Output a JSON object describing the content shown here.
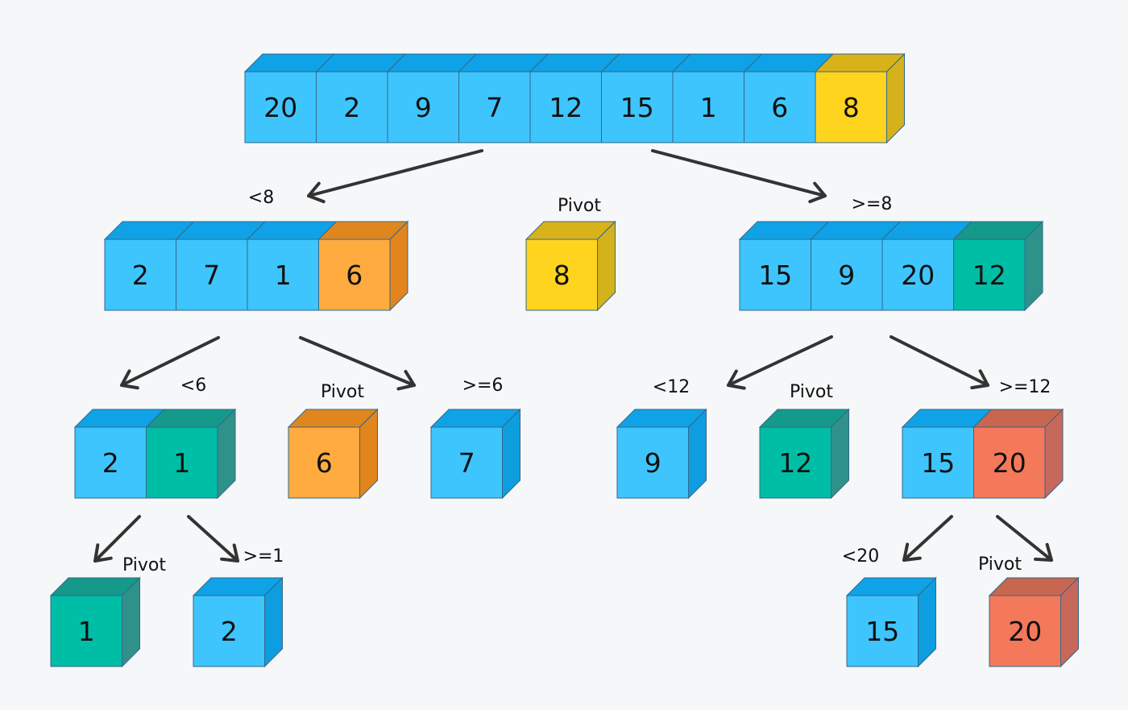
{
  "palette": {
    "blue": {
      "front": "#3ec5fd",
      "top": "#0fa2e6",
      "side": "#0e9ee0"
    },
    "yellow": {
      "front": "#ffd41f",
      "top": "#d9b21a",
      "side": "#d3b21c"
    },
    "orange": {
      "front": "#ffab3f",
      "top": "#e0861e",
      "side": "#e2851c"
    },
    "teal": {
      "front": "#00bda6",
      "top": "#14998b",
      "side": "#2f928a"
    },
    "red": {
      "front": "#f4785a",
      "top": "#c8664f",
      "side": "#c8685a"
    }
  },
  "groups": [
    {
      "id": "root",
      "cells": [
        {
          "value": "20",
          "color": "blue"
        },
        {
          "value": "2",
          "color": "blue"
        },
        {
          "value": "9",
          "color": "blue"
        },
        {
          "value": "7",
          "color": "blue"
        },
        {
          "value": "12",
          "color": "blue"
        },
        {
          "value": "15",
          "color": "blue"
        },
        {
          "value": "1",
          "color": "blue"
        },
        {
          "value": "6",
          "color": "blue"
        },
        {
          "value": "8",
          "color": "yellow"
        }
      ]
    },
    {
      "id": "left-lt8",
      "cells": [
        {
          "value": "2",
          "color": "blue"
        },
        {
          "value": "7",
          "color": "blue"
        },
        {
          "value": "1",
          "color": "blue"
        },
        {
          "value": "6",
          "color": "orange"
        }
      ]
    },
    {
      "id": "pivot-8",
      "cells": [
        {
          "value": "8",
          "color": "yellow"
        }
      ]
    },
    {
      "id": "right-ge8",
      "cells": [
        {
          "value": "15",
          "color": "blue"
        },
        {
          "value": "9",
          "color": "blue"
        },
        {
          "value": "20",
          "color": "blue"
        },
        {
          "value": "12",
          "color": "teal"
        }
      ]
    },
    {
      "id": "lt6",
      "cells": [
        {
          "value": "2",
          "color": "blue"
        },
        {
          "value": "1",
          "color": "teal"
        }
      ]
    },
    {
      "id": "pivot-6",
      "cells": [
        {
          "value": "6",
          "color": "orange"
        }
      ]
    },
    {
      "id": "ge6",
      "cells": [
        {
          "value": "7",
          "color": "blue"
        }
      ]
    },
    {
      "id": "lt12",
      "cells": [
        {
          "value": "9",
          "color": "blue"
        }
      ]
    },
    {
      "id": "pivot-12",
      "cells": [
        {
          "value": "12",
          "color": "teal"
        }
      ]
    },
    {
      "id": "ge12",
      "cells": [
        {
          "value": "15",
          "color": "blue"
        },
        {
          "value": "20",
          "color": "red"
        }
      ]
    },
    {
      "id": "pivot-1",
      "cells": [
        {
          "value": "1",
          "color": "teal"
        }
      ]
    },
    {
      "id": "ge1",
      "cells": [
        {
          "value": "2",
          "color": "blue"
        }
      ]
    },
    {
      "id": "lt20",
      "cells": [
        {
          "value": "15",
          "color": "blue"
        }
      ]
    },
    {
      "id": "pivot-20",
      "cells": [
        {
          "value": "20",
          "color": "red"
        }
      ]
    }
  ],
  "labels": [
    {
      "id": "lt8",
      "text": "<8"
    },
    {
      "id": "pivot-8",
      "text": "Pivot"
    },
    {
      "id": "ge8",
      "text": ">=8"
    },
    {
      "id": "lt6",
      "text": "<6"
    },
    {
      "id": "pivot-6",
      "text": "Pivot"
    },
    {
      "id": "ge6",
      "text": ">=6"
    },
    {
      "id": "lt12",
      "text": "<12"
    },
    {
      "id": "pivot-12",
      "text": "Pivot"
    },
    {
      "id": "ge12",
      "text": ">=12"
    },
    {
      "id": "pivot-1",
      "text": "Pivot"
    },
    {
      "id": "ge1",
      "text": ">=1"
    },
    {
      "id": "lt20",
      "text": "<20"
    },
    {
      "id": "pivot-20",
      "text": "Pivot"
    }
  ]
}
